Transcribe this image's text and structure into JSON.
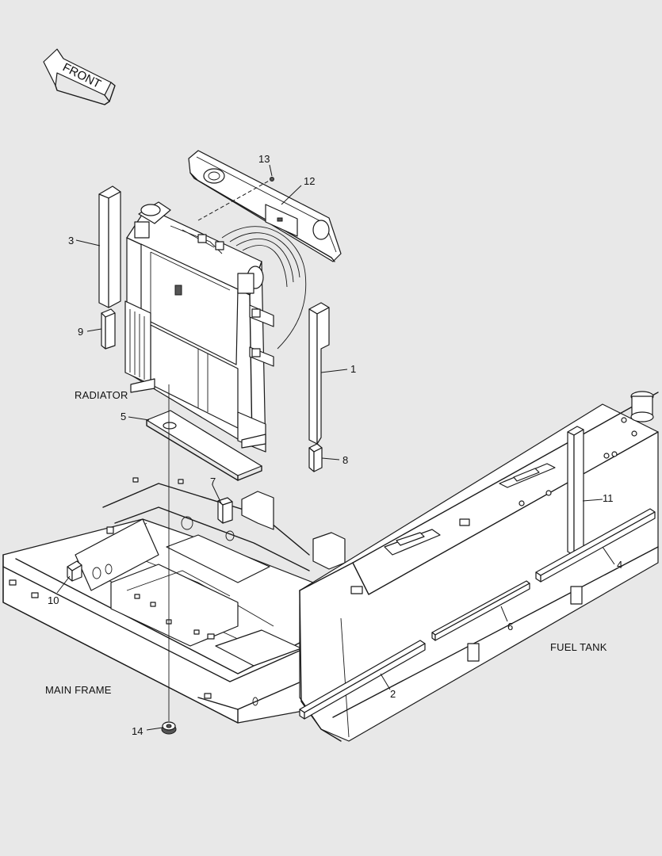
{
  "arrow": {
    "label": "FRONT"
  },
  "regions": {
    "radiator": "RADIATOR",
    "main_frame": "MAIN FRAME",
    "fuel_tank": "FUEL TANK"
  },
  "callouts": {
    "c1": "1",
    "c2": "2",
    "c3": "3",
    "c4": "4",
    "c5": "5",
    "c6": "6",
    "c7": "7",
    "c8": "8",
    "c9": "9",
    "c10": "10",
    "c11": "11",
    "c12": "12",
    "c13": "13",
    "c14": "14"
  }
}
